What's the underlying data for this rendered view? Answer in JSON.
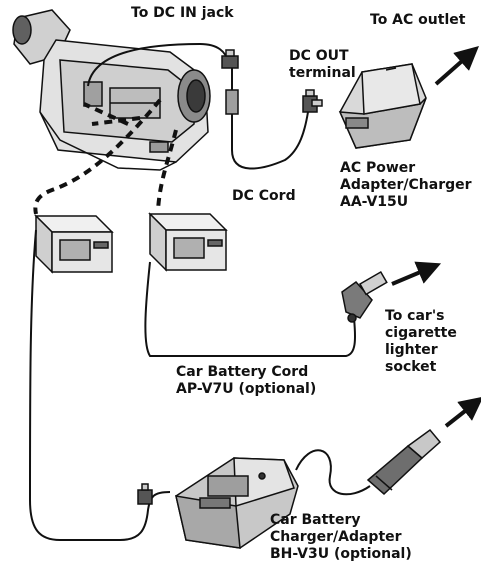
{
  "labels": {
    "dc_in_jack": "To DC IN jack",
    "ac_outlet": "To AC outlet",
    "dc_out_terminal": [
      "DC OUT",
      "terminal"
    ],
    "dc_cord": "DC Cord",
    "ac_adapter": [
      "AC Power",
      "Adapter/Charger",
      "AA-V15U"
    ],
    "car_socket": [
      "To car's",
      "cigarette",
      "lighter",
      "socket"
    ],
    "car_battery_cord": [
      "Car Battery Cord",
      "AP-V7U (optional)"
    ],
    "car_battery_charger": [
      "Car Battery",
      "Charger/Adapter",
      "BH-V3U (optional)"
    ]
  }
}
